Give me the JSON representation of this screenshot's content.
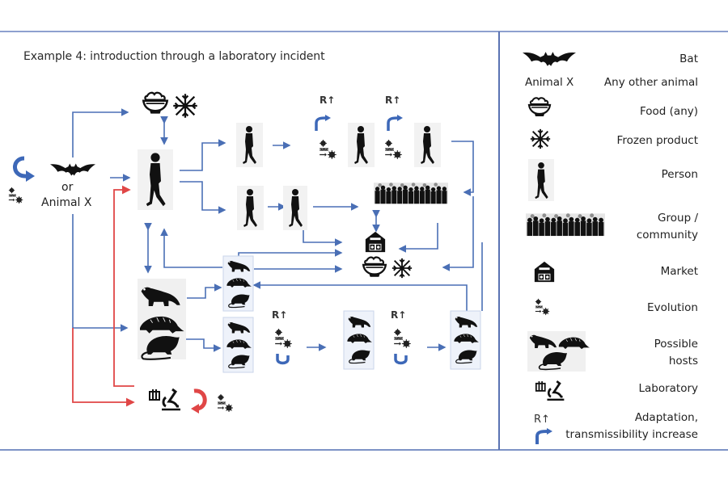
{
  "title": "Example 4: introduction through a laboratory incident",
  "diagram": {
    "origin": {
      "connector": "or",
      "animal": "Animal X"
    },
    "adaptation_labels": [
      "R↑",
      "R↑",
      "R↑",
      "R↑"
    ],
    "colors": {
      "flow": "#4a6fb5",
      "lab_flow": "#e04646",
      "frame": "#5a73b3",
      "host_box": "#c9d4ea"
    }
  },
  "legend": {
    "items": [
      {
        "icon": "bat-icon",
        "label": "Bat"
      },
      {
        "icon_text": "Animal X",
        "label": "Any other animal"
      },
      {
        "icon": "food-bowl-icon",
        "label": "Food (any)"
      },
      {
        "icon": "snowflake-icon",
        "label": "Frozen product"
      },
      {
        "icon": "person-icon",
        "label": "Person"
      },
      {
        "icon": "crowd-icon",
        "label": "Group / community"
      },
      {
        "icon": "market-barn-icon",
        "label": "Market"
      },
      {
        "icon": "evolution-icon",
        "label": "Evolution"
      },
      {
        "icon": "possible-hosts-icon",
        "label": "Possible hosts"
      },
      {
        "icon": "laboratory-icon",
        "label": "Laboratory"
      },
      {
        "icon": "adaptation-arrow-icon",
        "icon_text": "R↑",
        "label": "Adaptation, transmissibility increase"
      }
    ],
    "group_line1": "Group /",
    "group_line2": "community",
    "hosts_line1": "Possible",
    "hosts_line2": "hosts",
    "adapt_line1": "Adaptation,",
    "adapt_line2": "transmissibility increase"
  }
}
